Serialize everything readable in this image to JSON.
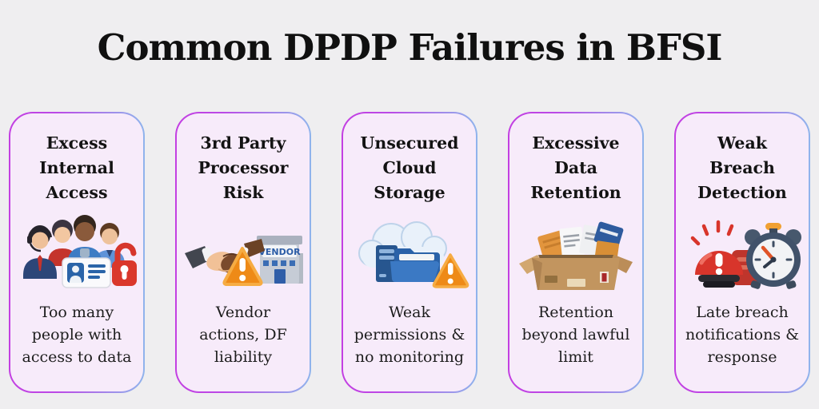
{
  "page": {
    "title": "Common DPDP Failures in BFSI",
    "background_color": "#efeef0"
  },
  "theme": {
    "card_background": "#f7ebfa",
    "border_gradient_left": "#c33fe2",
    "border_gradient_right": "#8fb4ec",
    "warning_orange": "#ee8a17",
    "alert_red": "#d8352b"
  },
  "cards": [
    {
      "title": "Excess\nInternal\nAccess",
      "icon": "employees-id-badge-open-lock-icon",
      "description": "Too many\npeople with\naccess to data"
    },
    {
      "title": "3rd Party\nProcessor\nRisk",
      "icon": "handshake-warning-vendor-building-icon",
      "icon_text": "VENDOR",
      "description": "Vendor\nactions, DF\nliability"
    },
    {
      "title": "Unsecured\nCloud\nStorage",
      "icon": "cloud-folder-server-warning-icon",
      "description": "Weak\npermissions &\nno monitoring"
    },
    {
      "title": "Excessive\nData\nRetention",
      "icon": "box-of-documents-icon",
      "description": "Retention\nbeyond lawful\nlimit"
    },
    {
      "title": "Weak\nBreach\nDetection",
      "icon": "alarm-siren-clock-icon",
      "description": "Late breach\nnotifications &\nresponse"
    }
  ]
}
